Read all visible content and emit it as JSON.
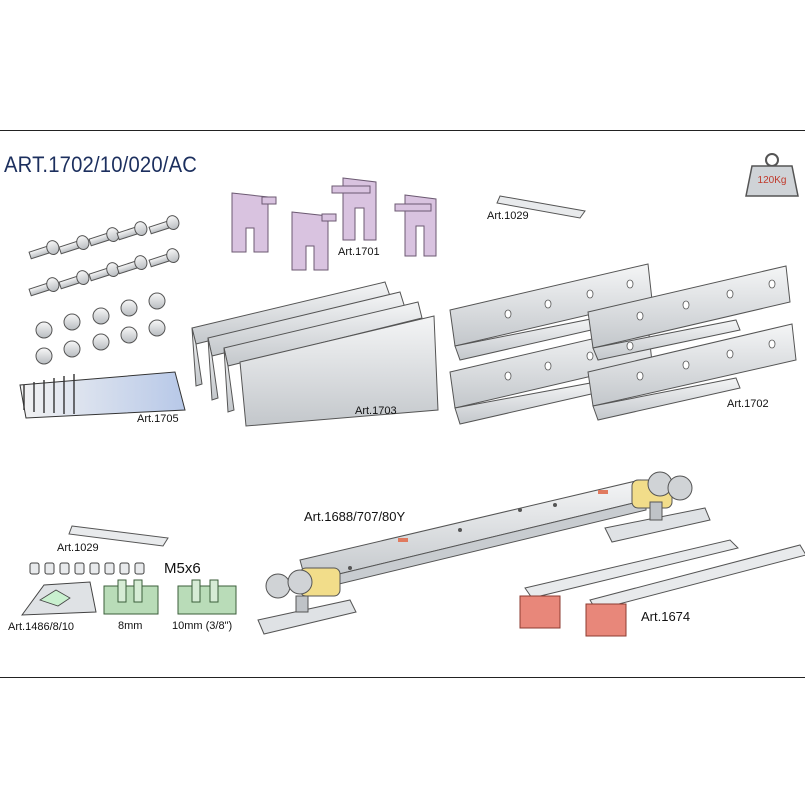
{
  "title": "ART.1702/10/020/AC",
  "weight_badge": "120Kg",
  "labels": {
    "art1701": "Art.1701",
    "art1029_top": "Art.1029",
    "art1705": "Art.1705",
    "art1703": "Art.1703",
    "art1702": "Art.1702",
    "art1688": "Art.1688/707/80Y",
    "art1029_bottom": "Art.1029",
    "m5x6": "M5x6",
    "art1486": "Art.1486/8/10",
    "size_8mm": "8mm",
    "size_10mm": "10mm (3/8\")",
    "art1674": "Art.1674"
  },
  "colors": {
    "title": "#1c2f5e",
    "rule": "#222222",
    "pink_part": "#d9c3e0",
    "green_part": "#b9dcb8",
    "red_part": "#e8877a",
    "yellow_part": "#f2dd8a",
    "rail": "#d4d7da"
  }
}
